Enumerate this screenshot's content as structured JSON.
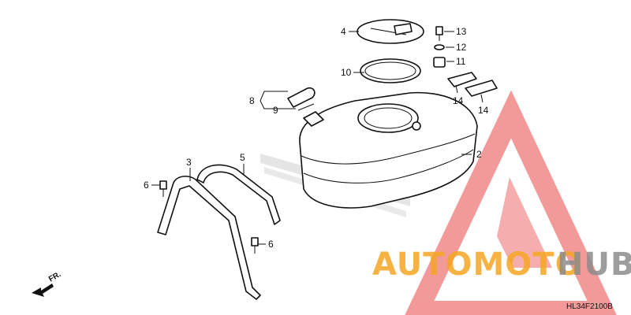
{
  "callouts": {
    "c2": "2",
    "c3": "3",
    "c4": "4",
    "c5": "5",
    "c6a": "6",
    "c6b": "6",
    "c8": "8",
    "c9": "9",
    "c10": "10",
    "c11": "11",
    "c12": "12",
    "c13": "13",
    "c14a": "14",
    "c14b": "14"
  },
  "direction_label": "FR.",
  "diagram_code": "HL34F2100B",
  "watermark": {
    "part1": "AUTOMOTO",
    "part2": "HUB",
    "color_orange": "#F5A623",
    "color_gray": "#8C8C8C",
    "color_triangle": "#F08080"
  }
}
